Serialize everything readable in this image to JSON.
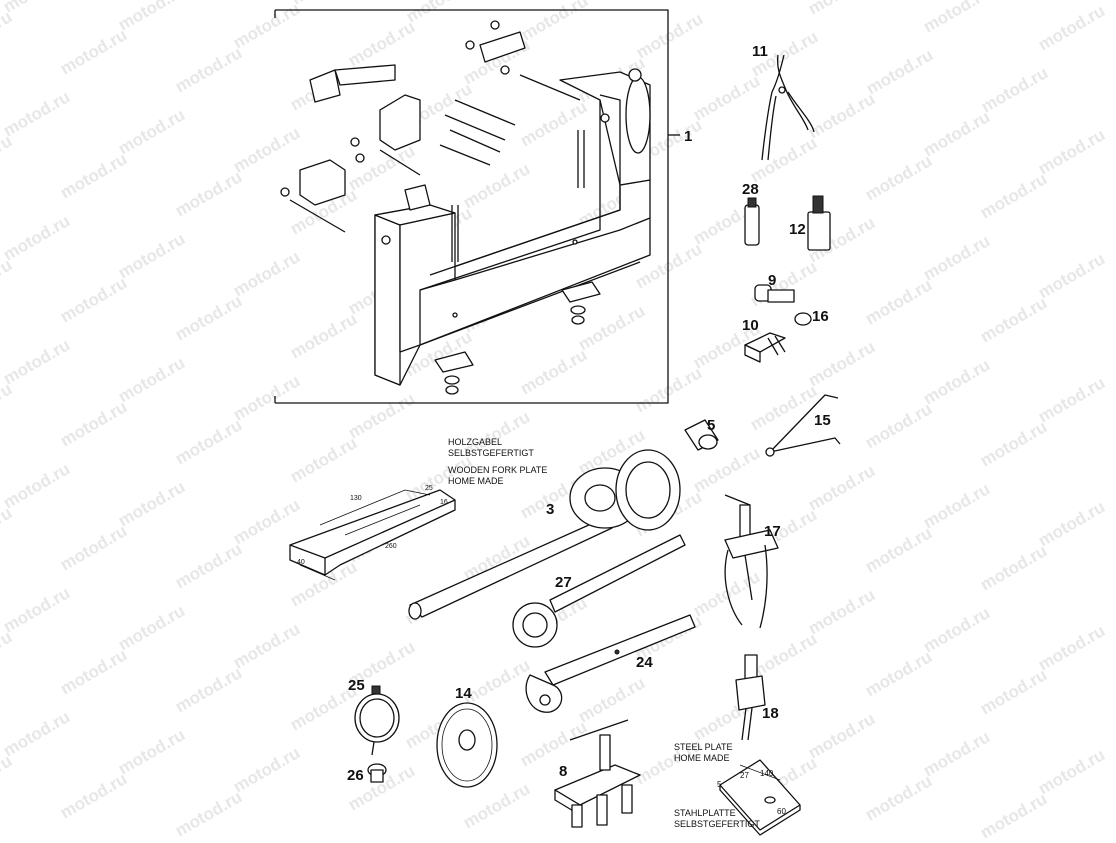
{
  "watermark": "motod.ru",
  "labels": {
    "p1": "1",
    "p3": "3",
    "p5": "5",
    "p8": "8",
    "p9": "9",
    "p10": "10",
    "p11": "11",
    "p12": "12",
    "p14": "14",
    "p15": "15",
    "p16": "16",
    "p17": "17",
    "p18": "18",
    "p24": "24",
    "p25": "25",
    "p26": "26",
    "p27": "27",
    "p28": "28"
  },
  "notes": {
    "fork_de_1": "HOLZGABEL",
    "fork_de_2": "SELBSTGEFERTIGT",
    "fork_en_1": "WOODEN FORK PLATE",
    "fork_en_2": "HOME MADE",
    "steel_en_1": "STEEL PLATE",
    "steel_en_2": "HOME MADE",
    "steel_de_1": "STAHLPLATTE",
    "steel_de_2": "SELBSTGEFERTIGT"
  },
  "dimensions": {
    "fork_a": "130",
    "fork_b": "25",
    "fork_c": "16",
    "fork_d": "260",
    "fork_e": "40",
    "plate_a": "140",
    "plate_b": "5",
    "plate_c": "27",
    "plate_d": "60"
  }
}
